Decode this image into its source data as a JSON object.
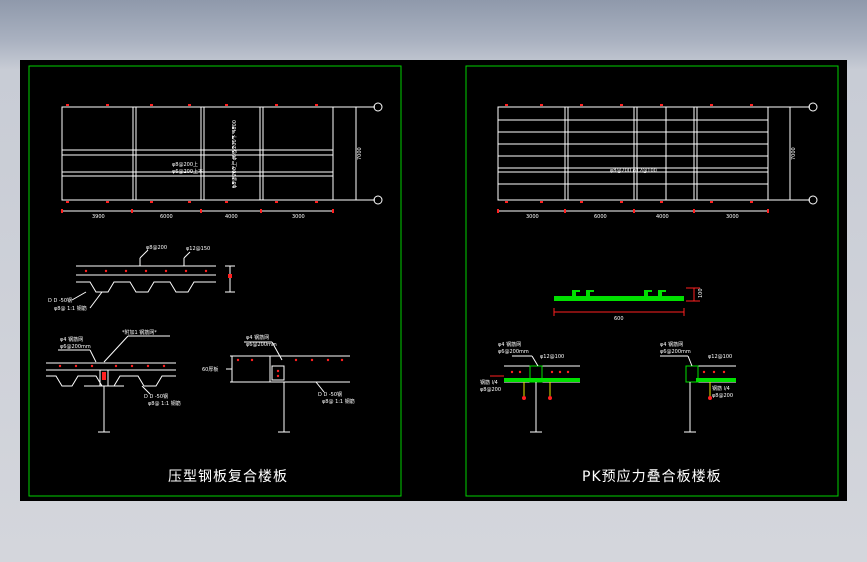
{
  "left_panel": {
    "title": "压型钢板复合楼板",
    "plan_notes": [
      "φ8@200上",
      "φ6@200上不"
    ],
    "plan_note_vertical": "φ8@200上 φ6@200下 4800",
    "plan_dim_right": "7000",
    "plan_dims_bottom": [
      "3900",
      "6000",
      "4000",
      "3000"
    ],
    "section_notes": [
      "φ8@200",
      "φ12@150"
    ],
    "section_dd": "D D -50钢",
    "section_ss": "φ8@ 1:1 钢筋",
    "detail_left": {
      "note_top": "φ4 钢筋网",
      "note_sub": "φ6@200mm",
      "note_mid": "*附加1 钢筋网*",
      "dd": "D D -50钢",
      "ss": "φ8@ 1:1 钢筋"
    },
    "detail_right": {
      "note_top": "φ4 钢筋网",
      "note_sub": "φ6@200mm",
      "side_note": "60厚板",
      "dd": "D D -50钢",
      "ss": "φ8@ 1:1 钢筋"
    }
  },
  "right_panel": {
    "title": "PK预应力叠合板楼板",
    "plan_note": "φ8@200 φ12@100",
    "plan_dim_right": "7000",
    "plan_dims_bottom": [
      "3000",
      "6000",
      "4000",
      "3000"
    ],
    "slab_dim_right": "100",
    "slab_dim_bottom": "600",
    "detail_left": {
      "note_top": "φ4 钢筋网",
      "note_sub": "φ6@200mm",
      "note_mid": "φ12@100",
      "side_a": "钢筋 l/4",
      "side_b": "φ8@200"
    },
    "detail_right": {
      "note_top": "φ4 钢筋网",
      "note_sub": "φ6@200mm",
      "note_mid": "φ12@100",
      "side_a": "钢筋 l/4",
      "side_b": "φ8@200"
    }
  },
  "colors": {
    "background": "#000000",
    "frame": "#00d000",
    "line": "#ffffff",
    "accent_red": "#ff2020",
    "accent_green": "#00e000",
    "accent_yellow": "#e8e800"
  }
}
